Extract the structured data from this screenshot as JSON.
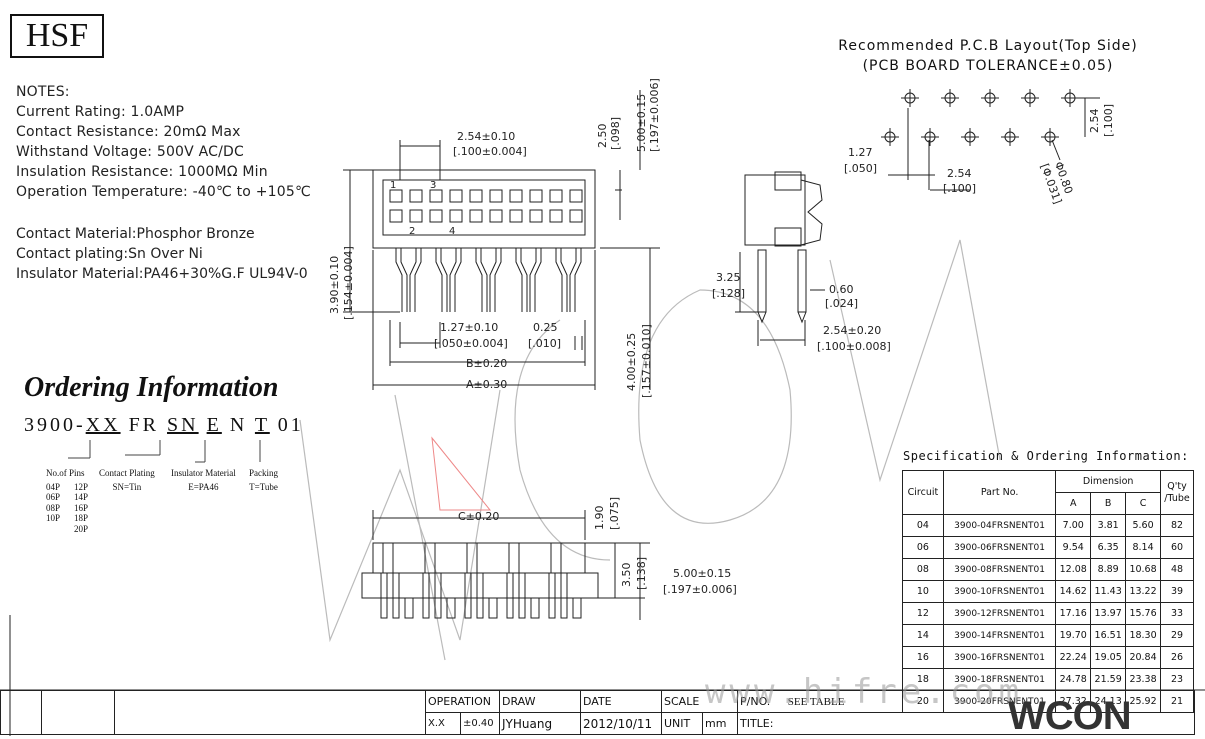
{
  "logo": "HSF",
  "notes": {
    "heading": "NOTES:",
    "lines": [
      "Current Rating: 1.0AMP",
      "Contact Resistance: 20mΩ Max",
      "Withstand Voltage: 500V AC/DC",
      "Insulation Resistance: 1000MΩ Min",
      "Operation Temperature: -40℃ to +105℃"
    ],
    "materials": [
      "Contact Material:Phosphor Bronze",
      "Contact plating:Sn Over Ni",
      "Insulator Material:PA46+30%G.F UL94V-0"
    ]
  },
  "ordering": {
    "title": "Ordering Information",
    "part_prefix": "3900-",
    "seg_xx": "XX",
    "seg_fr": "FR",
    "seg_sn": "SN",
    "seg_e": "E",
    "seg_n": "N",
    "seg_t": "T",
    "seg_01": "01",
    "pins_title": "No.of Pins",
    "pins": [
      "04P",
      "06P",
      "08P",
      "10P",
      "12P",
      "14P",
      "16P",
      "18P",
      "20P"
    ],
    "plating_title": "Contact Plating",
    "plating": "SN=Tin",
    "insulator_title": "Insulator Material",
    "insulator": "E=PA46",
    "packing_title": "Packing",
    "packing": "T=Tube"
  },
  "dims": {
    "pitch_top": "2.54±0.10",
    "pitch_top_in": "[.100±0.004]",
    "h250": "2.50",
    "h250_in": "[.098]",
    "h500v": "5.00±0.15",
    "h500v_in": "[.197±0.006]",
    "h390": "3.90±0.10",
    "h390_in": "[.154±0.004]",
    "p127": "1.27±0.10",
    "p127_in": "[.050±0.004]",
    "p025": "0.25",
    "p025_in": "[.010]",
    "dim_b": "B±0.20",
    "dim_a": "A±0.30",
    "h400": "4.00±0.25",
    "h400_in": "[.157±0.010]",
    "side325": "3.25",
    "side325_in": "[.128]",
    "side060": "0.60",
    "side060_in": "[.024]",
    "side254": "2.54±0.20",
    "side254_in": "[.100±0.008]",
    "dim_c": "C±0.20",
    "b190": "1.90",
    "b190_in": "[.075]",
    "b350": "3.50",
    "b350_in": "[.138]",
    "b500": "5.00±0.15",
    "b500_in": "[.197±0.006]",
    "pin_nums": [
      "1",
      "3",
      "2",
      "4"
    ]
  },
  "pcb": {
    "title1": "Recommended P.C.B Layout(Top Side)",
    "title2": "(PCB BOARD TOLERANCE±0.05)",
    "d127": "1.27",
    "d127_in": "[.050]",
    "d254": "2.54",
    "d254_in": "[.100]",
    "d254v": "2.54",
    "d254v_in": "[.100]",
    "hole": "Φ0.80",
    "hole_in": "[Φ.031]"
  },
  "spec": {
    "title": "Specification & Ordering Information:",
    "headers": {
      "circuit": "Circuit",
      "part": "Part No.",
      "dimension": "Dimension",
      "a": "A",
      "b": "B",
      "c": "C",
      "qty": "Q'ty\n/Tube"
    },
    "rows": [
      [
        "04",
        "3900-04FRSNENT01",
        "7.00",
        "3.81",
        "5.60",
        "82"
      ],
      [
        "06",
        "3900-06FRSNENT01",
        "9.54",
        "6.35",
        "8.14",
        "60"
      ],
      [
        "08",
        "3900-08FRSNENT01",
        "12.08",
        "8.89",
        "10.68",
        "48"
      ],
      [
        "10",
        "3900-10FRSNENT01",
        "14.62",
        "11.43",
        "13.22",
        "39"
      ],
      [
        "12",
        "3900-12FRSNENT01",
        "17.16",
        "13.97",
        "15.76",
        "33"
      ],
      [
        "14",
        "3900-14FRSNENT01",
        "19.70",
        "16.51",
        "18.30",
        "29"
      ],
      [
        "16",
        "3900-16FRSNENT01",
        "22.24",
        "19.05",
        "20.84",
        "26"
      ],
      [
        "18",
        "3900-18FRSNENT01",
        "24.78",
        "21.59",
        "23.38",
        "23"
      ],
      [
        "20",
        "3900-20FRSNENT01",
        "27.32",
        "24.13",
        "25.92",
        "21"
      ]
    ]
  },
  "title_block": {
    "operation": "OPERATION",
    "xx": "X.X",
    "tol": "±0.40",
    "draw": "DRAW",
    "drawer": "JYHuang",
    "date_label": "DATE",
    "date": "2012/10/11",
    "scale": "SCALE",
    "unit": "UNIT",
    "mm": "mm",
    "part_no": "P/NO.",
    "see_table": "SEE TABLE",
    "title": "TITLE:"
  },
  "watermark": "www.hifre.com",
  "brand": "WCON"
}
